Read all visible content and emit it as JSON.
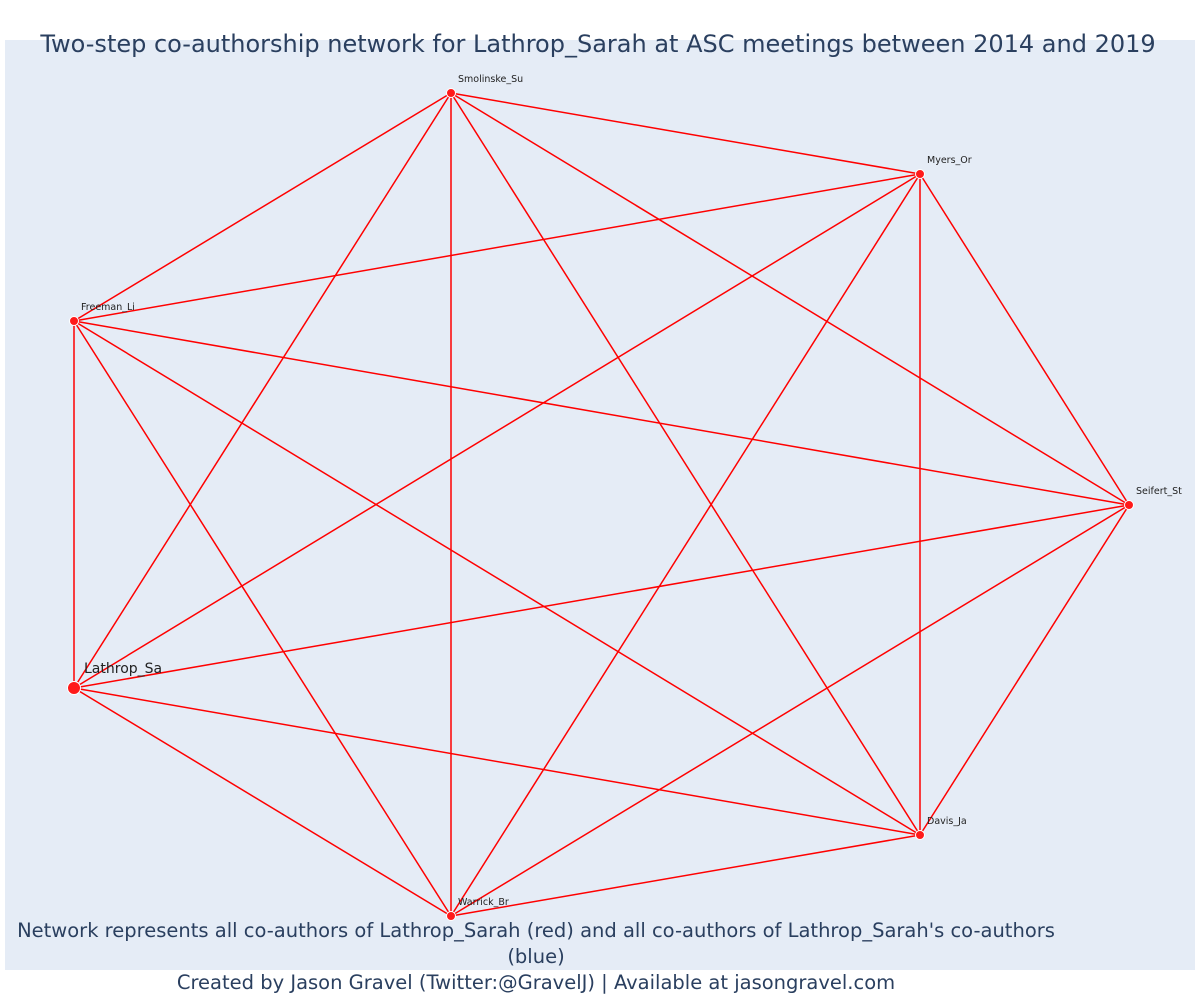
{
  "title": "Two-step co-authorship network for Lathrop_Sarah at ASC meetings between 2014 and 2019",
  "footer": {
    "line1": "Network represents all co-authors of Lathrop_Sarah (red) and all co-authors of Lathrop_Sarah's co-authors (blue)",
    "line2": "Created by Jason Gravel (Twitter:@GravelJ) | Available at jasongravel.com"
  },
  "colors": {
    "background": "#e5ecf6",
    "edge": "#ff0000",
    "node": "#ff1a1a",
    "title": "#2a3f5f"
  },
  "network": {
    "focal_node": "Lathrop_Sa",
    "nodes": [
      {
        "id": "Lathrop_Sa",
        "group": "focal"
      },
      {
        "id": "Freeman_Li",
        "group": "coauthor"
      },
      {
        "id": "Smolinske_Su",
        "group": "coauthor"
      },
      {
        "id": "Myers_Or",
        "group": "coauthor"
      },
      {
        "id": "Seifert_St",
        "group": "coauthor"
      },
      {
        "id": "Davis_Ja",
        "group": "coauthor"
      },
      {
        "id": "Warrick_Br",
        "group": "coauthor"
      }
    ],
    "edges": [
      [
        "Lathrop_Sa",
        "Freeman_Li"
      ],
      [
        "Lathrop_Sa",
        "Smolinske_Su"
      ],
      [
        "Lathrop_Sa",
        "Myers_Or"
      ],
      [
        "Lathrop_Sa",
        "Seifert_St"
      ],
      [
        "Lathrop_Sa",
        "Davis_Ja"
      ],
      [
        "Lathrop_Sa",
        "Warrick_Br"
      ],
      [
        "Freeman_Li",
        "Smolinske_Su"
      ],
      [
        "Freeman_Li",
        "Myers_Or"
      ],
      [
        "Freeman_Li",
        "Seifert_St"
      ],
      [
        "Freeman_Li",
        "Davis_Ja"
      ],
      [
        "Freeman_Li",
        "Warrick_Br"
      ],
      [
        "Smolinske_Su",
        "Myers_Or"
      ],
      [
        "Smolinske_Su",
        "Seifert_St"
      ],
      [
        "Smolinske_Su",
        "Davis_Ja"
      ],
      [
        "Smolinske_Su",
        "Warrick_Br"
      ],
      [
        "Myers_Or",
        "Seifert_St"
      ],
      [
        "Myers_Or",
        "Davis_Ja"
      ],
      [
        "Myers_Or",
        "Warrick_Br"
      ],
      [
        "Seifert_St",
        "Davis_Ja"
      ],
      [
        "Seifert_St",
        "Warrick_Br"
      ],
      [
        "Davis_Ja",
        "Warrick_Br"
      ]
    ]
  }
}
